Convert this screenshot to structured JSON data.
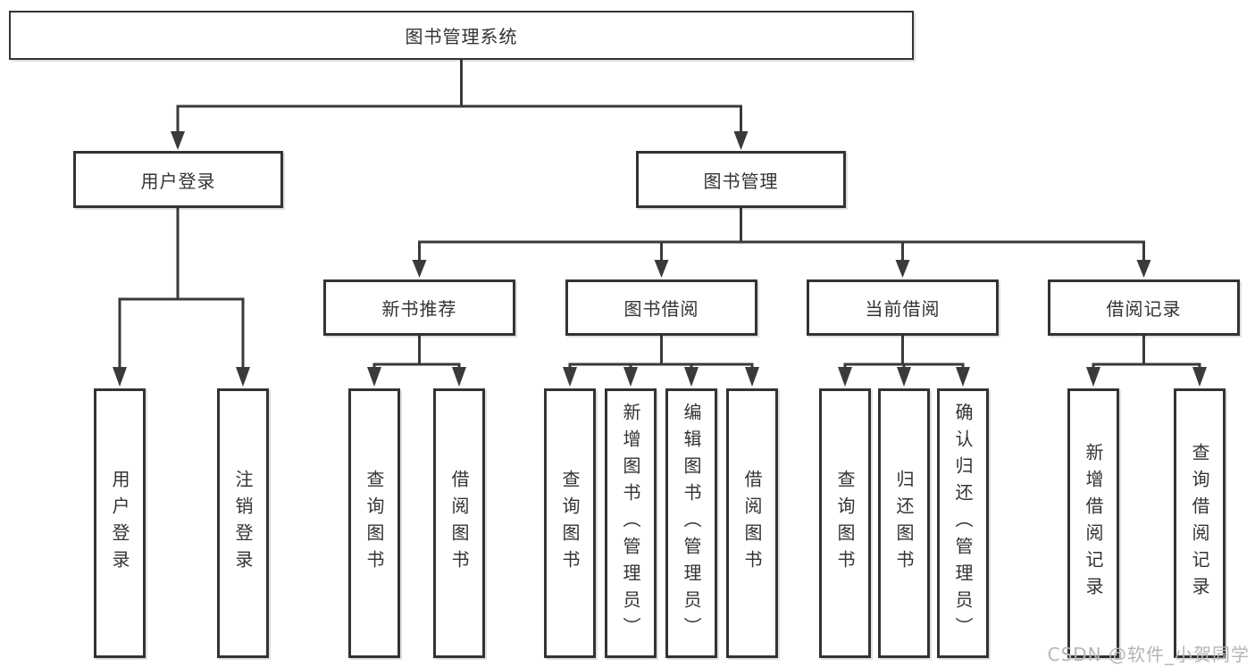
{
  "title": {
    "label": "图书管理系统"
  },
  "level2": [
    {
      "label": "用户登录",
      "leaves": [
        "用户登录",
        "注销登录"
      ]
    },
    {
      "label": "图书管理"
    }
  ],
  "modules": [
    {
      "label": "新书推荐",
      "leaves": [
        "查询图书",
        "借阅图书"
      ]
    },
    {
      "label": "图书借阅",
      "leaves": [
        "查询图书",
        "新增图书（管理员）",
        "编辑图书（管理员）",
        "借阅图书"
      ]
    },
    {
      "label": "当前借阅",
      "leaves": [
        "查询图书",
        "归还图书",
        "确认归还（管理员）"
      ]
    },
    {
      "label": "借阅记录",
      "leaves": [
        "新增借阅记录",
        "查询借阅记录"
      ]
    }
  ],
  "watermark": "CSDN @软件_小贺同学",
  "colors": {
    "line": "#3a3a3a",
    "text": "#333333",
    "background": "#ffffff",
    "watermark": "#b5b5b5"
  }
}
